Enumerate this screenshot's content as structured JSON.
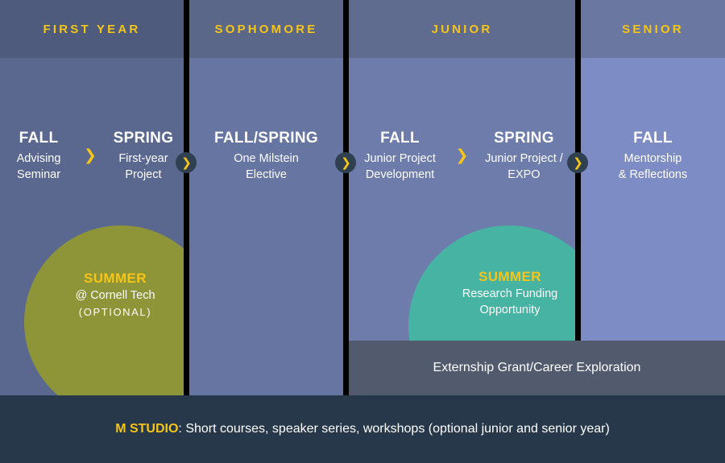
{
  "colors": {
    "accent_yellow": "#f5c518",
    "footer_bg": "#26384a",
    "externship_bg": "#525b6e",
    "summer_optional_circle": "#8e9438",
    "summer_research_circle": "#46b3a3",
    "node_bg": "#2f4050",
    "divider": "#000000",
    "col1_header": "#4e5b7d",
    "col1_body": "#5a6890",
    "col2_header": "#5b6789",
    "col2_body": "#6675a1",
    "col3_header": "#5f6c90",
    "col3_body": "#6d7cab",
    "col4_header": "#6a77a0",
    "col4_body": "#7d8cc4"
  },
  "columns": [
    {
      "id": "first-year",
      "header": "FIRST YEAR",
      "terms": [
        {
          "season": "FALL",
          "detail": "Advising\nSeminar"
        },
        {
          "season": "SPRING",
          "detail": "First-year\nProject"
        }
      ],
      "inline_chevron": "❯"
    },
    {
      "id": "sophomore",
      "header": "SOPHOMORE",
      "terms": [
        {
          "season": "FALL/SPRING",
          "detail": "One Milstein\nElective"
        }
      ],
      "inline_chevron": ""
    },
    {
      "id": "junior",
      "header": "JUNIOR",
      "terms": [
        {
          "season": "FALL",
          "detail": "Junior Project\nDevelopment"
        },
        {
          "season": "SPRING",
          "detail": "Junior Project /\nEXPO"
        }
      ],
      "inline_chevron": "❯"
    },
    {
      "id": "senior",
      "header": "SENIOR",
      "terms": [
        {
          "season": "FALL",
          "detail": "Mentorship\n& Reflections"
        }
      ],
      "inline_chevron": ""
    }
  ],
  "nodes": [
    {
      "glyph": "❯"
    },
    {
      "glyph": "❯"
    },
    {
      "glyph": "❯"
    }
  ],
  "summer_blocks": [
    {
      "id": "summer-cornell-tech",
      "title": "SUMMER",
      "line1": "@ Cornell Tech",
      "note": "(OPTIONAL)"
    },
    {
      "id": "summer-research-funding",
      "title": "SUMMER",
      "line1": "Research Funding",
      "line2": "Opportunity"
    }
  ],
  "externship": {
    "label": "Externship Grant/Career Exploration"
  },
  "footer": {
    "brand": "M STUDIO",
    "text": ": Short courses, speaker series, workshops (optional junior and senior year)"
  }
}
